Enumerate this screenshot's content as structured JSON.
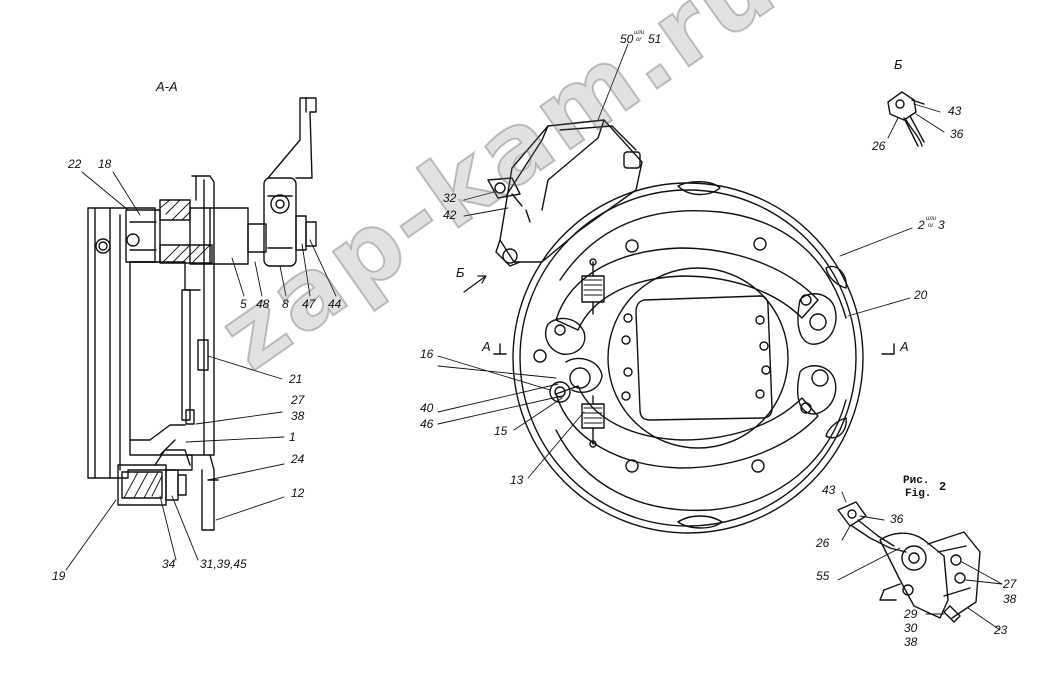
{
  "figure": {
    "section_title": "A-A",
    "view_b_title": "Б",
    "fig_caption_ru": "Рис.",
    "fig_caption_en": "Fig.",
    "fig_number": "2",
    "watermark": "zap-kam.ru",
    "arrow_b_label": "Б",
    "section_marker_left": "A",
    "section_marker_right": "A"
  },
  "callouts": {
    "c22": "22",
    "c18": "18",
    "c5": "5",
    "c48": "48",
    "c8": "8",
    "c47": "47",
    "c44": "44",
    "c21": "21",
    "c27_38_a": "27",
    "c38_a": "38",
    "c1": "1",
    "c24": "24",
    "c12": "12",
    "c19": "19",
    "c34": "34",
    "c31_39_45": "31,39,45",
    "c50_51_main": "50",
    "c50_51_small": "или",
    "c50_51_small2": "or",
    "c51": "51",
    "c32": "32",
    "c42": "42",
    "c2_3_main": "2",
    "c2_3_small": "или",
    "c2_3_small2": "or",
    "c3": "3",
    "c20": "20",
    "c16": "16",
    "c40": "40",
    "c46": "46",
    "c15": "15",
    "c13": "13",
    "c43_b": "43",
    "c36_b": "36",
    "c26_b": "26",
    "c43_f": "43",
    "c36_f": "36",
    "c26_f": "26",
    "c55": "55",
    "c27_f": "27",
    "c38_f": "38",
    "c29": "29",
    "c30": "30",
    "c38_f2": "38",
    "c23": "23"
  }
}
